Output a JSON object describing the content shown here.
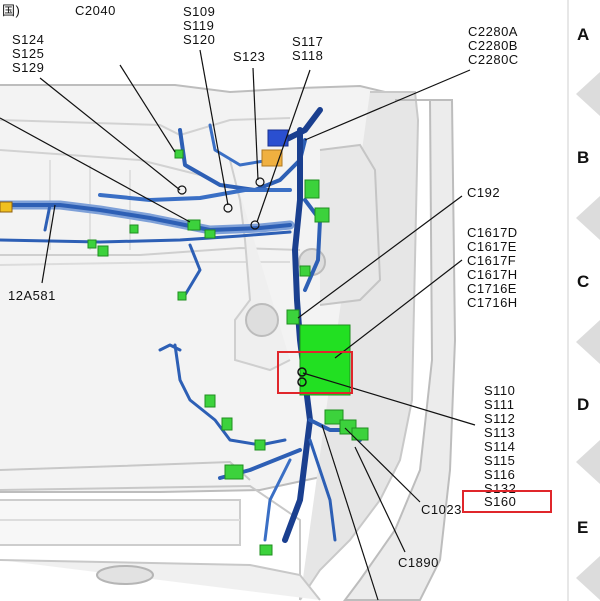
{
  "header": {
    "fragment": "国)"
  },
  "zones": [
    "A",
    "B",
    "C",
    "D",
    "E"
  ],
  "labels": {
    "c2040": "C2040",
    "s109": "S109\nS119\nS120",
    "s124": "S124\nS125\nS129",
    "s123": "S123",
    "s117": "S117\nS118",
    "c2280": "C2280A\nC2280B\nC2280C",
    "c192": "C192",
    "c1617": "C1617D\nC1617E\nC1617F\nC1617H\nC1716E\nC1716H",
    "w12a581": "12A581",
    "s110": "S110\nS111\nS112\nS113\nS114\nS115\nS116\nS132",
    "s160": "S160",
    "c1023": "C1023",
    "c1890": "C1890"
  },
  "colors": {
    "harness": "#2d5fb5",
    "harness_dark": "#1a3f8f",
    "connector": "#3cd23c",
    "connector_bright": "#22e022",
    "highlight": "#e0262b",
    "body_gray": "#d6d6d6",
    "orange": "#f0b040"
  }
}
